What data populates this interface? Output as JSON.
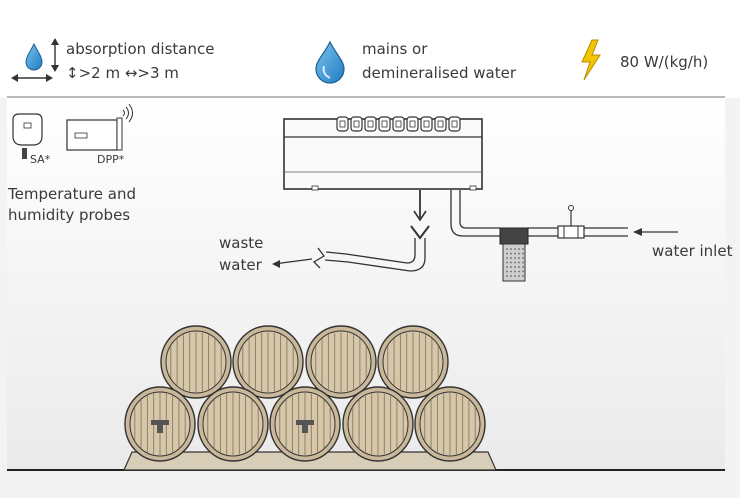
{
  "legend": {
    "absorption_title": "absorption distance",
    "absorption_values": "↕>2 m ↔>3 m",
    "water_line1": "mains or",
    "water_line2": "demineralised water",
    "power": "80 W/(kg/h)"
  },
  "probes": {
    "label_sa": "SA*",
    "label_dpp": "DPP*",
    "caption_line1": "Temperature and",
    "caption_line2": "humidity probes"
  },
  "labels": {
    "waste_line1": "waste",
    "waste_line2": "water",
    "water_inlet": "water inlet"
  },
  "colors": {
    "drop_blue": "#3a9ad9",
    "bolt_yellow": "#f5c400",
    "barrel_wood": "#c9b89a",
    "barrel_stave": "#8a7a5e",
    "outline": "#333333"
  },
  "icons": [
    "water-drop-icon",
    "lightning-icon",
    "wireless-icon"
  ]
}
